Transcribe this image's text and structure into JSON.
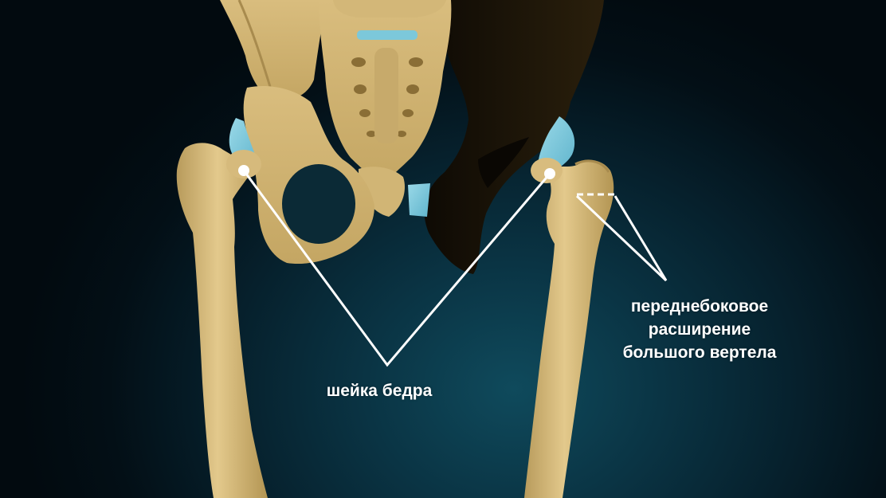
{
  "annotations": {
    "femoral_neck": "шейка бедра",
    "trochanter_lines": [
      "переднебоковое",
      "расширение",
      "большого вертела"
    ]
  },
  "colors": {
    "bone": "#dcc184",
    "bone_shadow": "#a88b4e",
    "cartilage": "#7cc8da",
    "dark_hip": "#1c1408",
    "annotation": "#ffffff"
  }
}
